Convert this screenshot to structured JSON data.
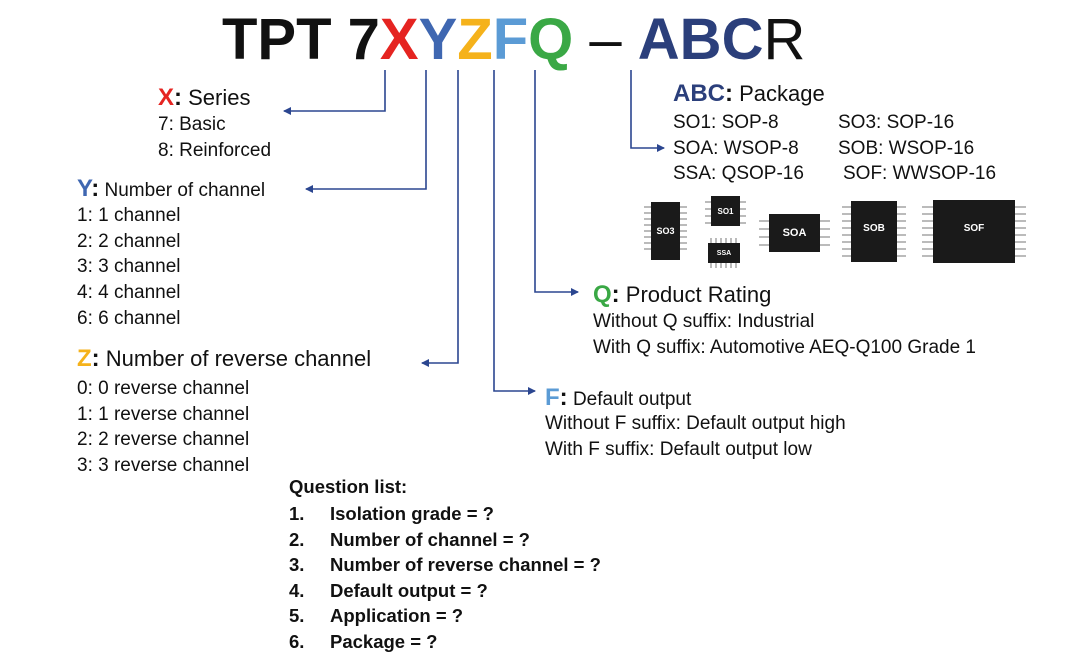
{
  "title": {
    "prefix": "TPT 7",
    "x": "X",
    "y": "Y",
    "z": "Z",
    "f": "F",
    "q": "Q",
    "dash": " – ",
    "abc": "ABC",
    "r": "R"
  },
  "colors": {
    "x": "#e52421",
    "y": "#3f67b1",
    "z": "#f5b21b",
    "f": "#5b9bd5",
    "q": "#3aa845",
    "abc": "#2b3f7b",
    "arrow": "#2b4690"
  },
  "x_block": {
    "key": "X",
    "colon": ":",
    "label": " Series",
    "items": [
      "7: Basic",
      "8: Reinforced"
    ]
  },
  "y_block": {
    "key": "Y",
    "colon": ":",
    "label": " Number of channel",
    "items": [
      "1: 1 channel",
      "2: 2 channel",
      "3: 3 channel",
      "4: 4 channel",
      "6: 6 channel"
    ]
  },
  "z_block": {
    "key": "Z",
    "colon": ":",
    "label": " Number of reverse channel",
    "items": [
      "0: 0 reverse channel",
      "1: 1 reverse channel",
      "2: 2 reverse channel",
      "3: 3 reverse channel"
    ]
  },
  "f_block": {
    "key": "F",
    "colon": ":",
    "label": " Default output",
    "items": [
      "Without F suffix: Default output high",
      "With F suffix: Default output low"
    ]
  },
  "q_block": {
    "key": "Q",
    "colon": ":",
    "label": " Product Rating",
    "items": [
      "Without Q suffix: Industrial",
      "With Q suffix: Automotive AEQ-Q100 Grade 1"
    ]
  },
  "abc_block": {
    "key": "ABC",
    "colon": ":",
    "label": " Package",
    "left": [
      "SO1: SOP-8",
      "SOA: WSOP-8",
      "SSA: QSOP-16"
    ],
    "right": [
      "SO3: SOP-16",
      "SOB: WSOP-16",
      "SOF: WWSOP-16"
    ]
  },
  "packages": {
    "so3": "SO3",
    "so1": "SO1",
    "ssa": "SSA",
    "soa": "SOA",
    "sob": "SOB",
    "sof": "SOF"
  },
  "questions": {
    "title": "Question list:",
    "items": [
      {
        "num": "1.",
        "text": "Isolation grade = ?"
      },
      {
        "num": "2.",
        "text": "Number of channel = ?"
      },
      {
        "num": "3.",
        "text": "Number of reverse channel = ?"
      },
      {
        "num": "4.",
        "text": "Default output = ?"
      },
      {
        "num": "5.",
        "text": "Application = ?"
      },
      {
        "num": "6.",
        "text": "Package = ?"
      }
    ]
  }
}
